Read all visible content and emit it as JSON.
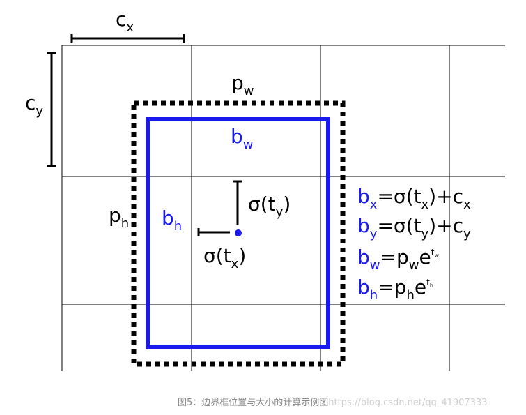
{
  "colors": {
    "black": "#000000",
    "blue": "#1a1aee",
    "grid": "#000000",
    "caption": "#888888",
    "watermark": "#cfcfcf"
  },
  "labels": {
    "cx": {
      "base": "c",
      "sub": "x"
    },
    "cy": {
      "base": "c",
      "sub": "y"
    },
    "pw": {
      "base": "p",
      "sub": "w"
    },
    "ph": {
      "base": "p",
      "sub": "h"
    },
    "bw": {
      "base": "b",
      "sub": "w"
    },
    "bh": {
      "base": "b",
      "sub": "h"
    },
    "sigma_ty": {
      "pre": "σ(t",
      "sub": "y",
      "post": ")"
    },
    "sigma_tx": {
      "pre": "σ(t",
      "sub": "x",
      "post": ")"
    }
  },
  "equations": [
    {
      "lhs": "b",
      "lhs_sub": "x",
      "rhs": "=σ(t",
      "rhs_sub": "x",
      "rhs2": ")+c",
      "rhs2_sub": "x"
    },
    {
      "lhs": "b",
      "lhs_sub": "y",
      "rhs": "=σ(t",
      "rhs_sub": "y",
      "rhs2": ")+c",
      "rhs2_sub": "y"
    },
    {
      "lhs": "b",
      "lhs_sub": "w",
      "rhs": "=p",
      "rhs_sub": "w",
      "rhs2": "e",
      "rhs2_sup": "t",
      "rhs2_supsub": "w"
    },
    {
      "lhs": "b",
      "lhs_sub": "h",
      "rhs": "=p",
      "rhs_sub": "h",
      "rhs2": "e",
      "rhs2_sup": "t",
      "rhs2_supsub": "h"
    }
  ],
  "caption": {
    "text": "图5：边界框位置与大小的计算示例图",
    "watermark": "https://blog.csdn.net/qq_41907333"
  }
}
